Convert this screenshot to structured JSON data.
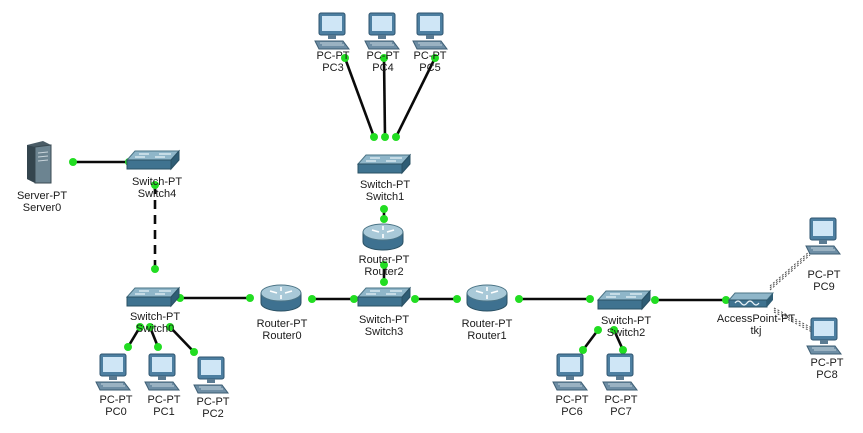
{
  "colors": {
    "link": "#0a0a0a",
    "port": "#22dd22",
    "wireless": "#555555"
  },
  "devices": {
    "server0": {
      "type": "Server-PT",
      "name": "Server0",
      "icon": "server-icon"
    },
    "switch4": {
      "type": "Switch-PT",
      "name": "Switch4",
      "icon": "switch-icon"
    },
    "switch0": {
      "type": "Switch-PT",
      "name": "Switch0",
      "icon": "switch-icon"
    },
    "switch1": {
      "type": "Switch-PT",
      "name": "Switch1",
      "icon": "switch-icon"
    },
    "switch2": {
      "type": "Switch-PT",
      "name": "Switch2",
      "icon": "switch-icon"
    },
    "switch3": {
      "type": "Switch-PT",
      "name": "Switch3",
      "icon": "switch-icon"
    },
    "router0": {
      "type": "Router-PT",
      "name": "Router0",
      "icon": "router-icon"
    },
    "router1": {
      "type": "Router-PT",
      "name": "Router1",
      "icon": "router-icon"
    },
    "router2": {
      "type": "Router-PT",
      "name": "Router2",
      "icon": "router-icon"
    },
    "pc0": {
      "type": "PC-PT",
      "name": "PC0",
      "icon": "pc-icon"
    },
    "pc1": {
      "type": "PC-PT",
      "name": "PC1",
      "icon": "pc-icon"
    },
    "pc2": {
      "type": "PC-PT",
      "name": "PC2",
      "icon": "pc-icon"
    },
    "pc3": {
      "type": "PC-PT",
      "name": "PC3",
      "icon": "pc-icon"
    },
    "pc4": {
      "type": "PC-PT",
      "name": "PC4",
      "icon": "pc-icon"
    },
    "pc5": {
      "type": "PC-PT",
      "name": "PC5",
      "icon": "pc-icon"
    },
    "pc6": {
      "type": "PC-PT",
      "name": "PC6",
      "icon": "pc-icon"
    },
    "pc7": {
      "type": "PC-PT",
      "name": "PC7",
      "icon": "pc-icon"
    },
    "pc8": {
      "type": "PC-PT",
      "name": "PC8",
      "icon": "pc-icon"
    },
    "pc9": {
      "type": "PC-PT",
      "name": "PC9",
      "icon": "pc-icon"
    },
    "ap": {
      "type": "AccessPoint-PT",
      "name": "tkj",
      "icon": "access-point-icon"
    }
  },
  "links": [
    {
      "from": "server0",
      "to": "switch4",
      "style": "solid"
    },
    {
      "from": "switch4",
      "to": "switch0",
      "style": "dashed"
    },
    {
      "from": "switch0",
      "to": "router0",
      "style": "solid"
    },
    {
      "from": "router0",
      "to": "switch3",
      "style": "solid"
    },
    {
      "from": "switch3",
      "to": "router2",
      "style": "solid"
    },
    {
      "from": "router2",
      "to": "switch1",
      "style": "solid"
    },
    {
      "from": "switch1",
      "to": "pc3",
      "style": "solid"
    },
    {
      "from": "switch1",
      "to": "pc4",
      "style": "solid"
    },
    {
      "from": "switch1",
      "to": "pc5",
      "style": "solid"
    },
    {
      "from": "switch3",
      "to": "router1",
      "style": "solid"
    },
    {
      "from": "router1",
      "to": "switch2",
      "style": "solid"
    },
    {
      "from": "switch2",
      "to": "ap",
      "style": "solid"
    },
    {
      "from": "switch0",
      "to": "pc0",
      "style": "solid"
    },
    {
      "from": "switch0",
      "to": "pc1",
      "style": "solid"
    },
    {
      "from": "switch0",
      "to": "pc2",
      "style": "solid"
    },
    {
      "from": "switch2",
      "to": "pc6",
      "style": "solid"
    },
    {
      "from": "switch2",
      "to": "pc7",
      "style": "solid"
    },
    {
      "from": "ap",
      "to": "pc9",
      "style": "wireless"
    },
    {
      "from": "ap",
      "to": "pc8",
      "style": "wireless"
    }
  ]
}
